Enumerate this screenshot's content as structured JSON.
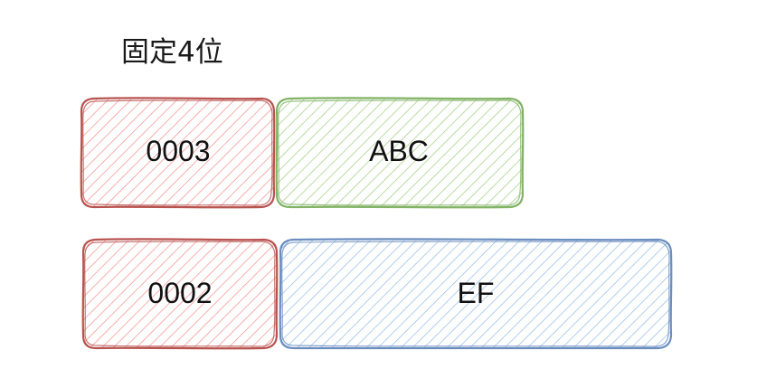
{
  "title": "固定4位",
  "colors": {
    "red_stroke": "#b85450",
    "red_hatch": "#f19c99",
    "green_stroke": "#82b366",
    "green_hatch": "#a9d18e",
    "blue_stroke": "#6c8ebf",
    "blue_hatch": "#9dc3e6"
  },
  "rows": [
    {
      "length_label": "0003",
      "value_label": "ABC"
    },
    {
      "length_label": "0002",
      "value_label": "EF"
    }
  ]
}
